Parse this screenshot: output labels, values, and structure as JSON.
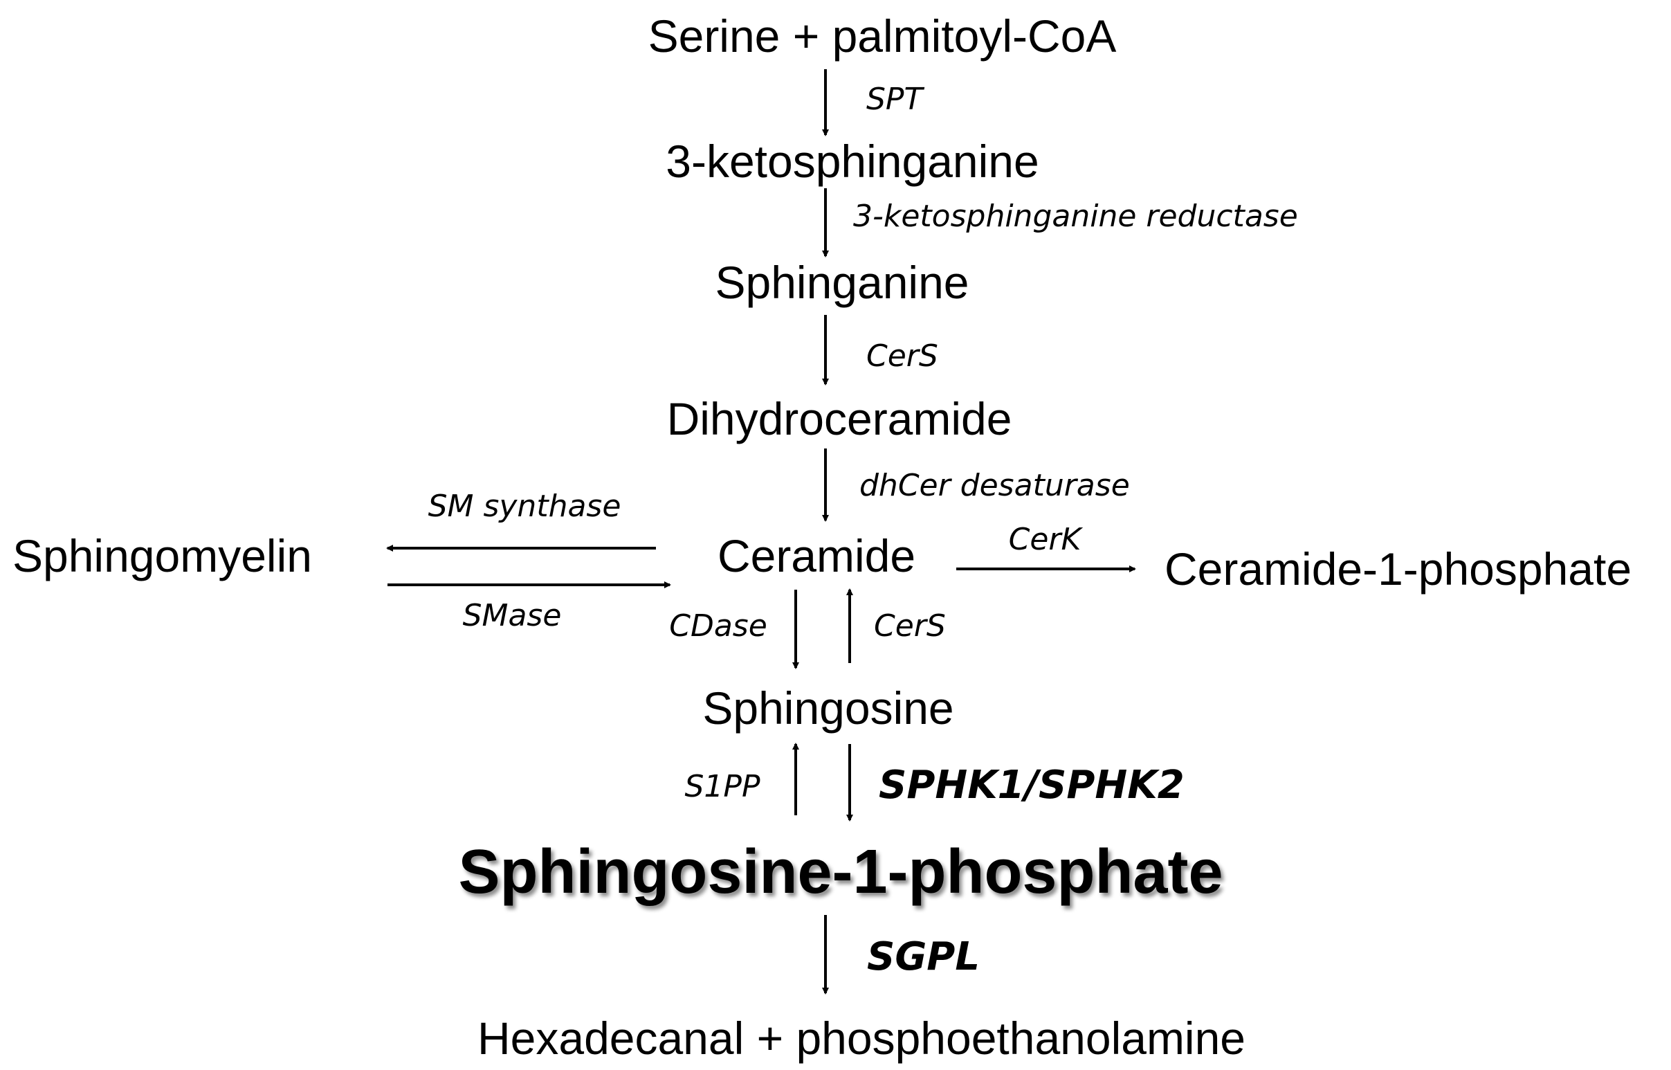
{
  "metabolites": {
    "serine_palmitoyl_coa": "Serine + palmitoyl-CoA",
    "ketosphinganine": "3-ketosphinganine",
    "sphinganine": "Sphinganine",
    "dihydroceramide": "Dihydroceramide",
    "ceramide": "Ceramide",
    "sphingomyelin": "Sphingomyelin",
    "ceramide_1_phosphate": "Ceramide-1-phosphate",
    "sphingosine": "Sphingosine",
    "sphingosine_1_phosphate": "Sphingosine-1-phosphate",
    "hexadecanal": "Hexadecanal + phosphoethanolamine"
  },
  "enzymes": {
    "spt": "SPT",
    "ketosphinganine_reductase": "3-ketosphinganine reductase",
    "cers_top": "CerS",
    "dhcer_desaturase": "dhCer desaturase",
    "sm_synthase": "SM synthase",
    "smase": "SMase",
    "cerk": "CerK",
    "cdase": "CDase",
    "cers_bottom": "CerS",
    "s1pp": "S1PP",
    "sphk": "SPHK1/SPHK2",
    "sgpl": "SGPL"
  },
  "colors": {
    "ink": "#000000",
    "background": "#ffffff"
  }
}
